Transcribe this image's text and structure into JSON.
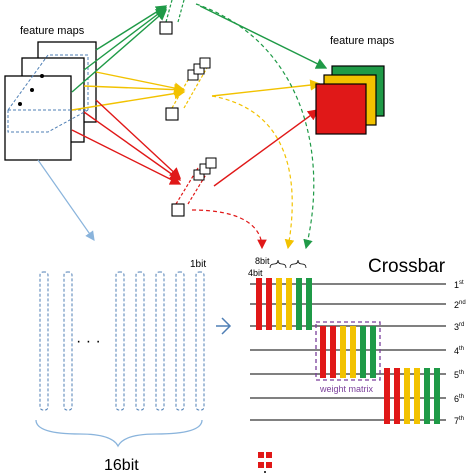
{
  "labels": {
    "feature_maps_left": "feature maps",
    "feature_maps_right": "feature maps",
    "crossbar_title": "Crossbar",
    "bit_1": "1bit",
    "bit_8": "8bit",
    "bit_4": "4bit",
    "bit_16": "16bit",
    "weight_matrix": "weight matrix",
    "ellipsis_left": "· · ·"
  },
  "row_labels": [
    {
      "num": "1",
      "sup": "st"
    },
    {
      "num": "2",
      "sup": "nd"
    },
    {
      "num": "3",
      "sup": "rd"
    },
    {
      "num": "4",
      "sup": "th"
    },
    {
      "num": "5",
      "sup": "th"
    },
    {
      "num": "6",
      "sup": "th"
    },
    {
      "num": "7",
      "sup": "th"
    }
  ],
  "colors": {
    "green": "#1f9a47",
    "yellow": "#f2c200",
    "red": "#e01818",
    "blue_dash": "#4f7fb5",
    "light_blue_arrow": "#8ab4dc",
    "purple_dash": "#7a3f9a",
    "black": "#000000"
  },
  "bar_color_order": [
    "red",
    "red",
    "yellow",
    "yellow",
    "green",
    "green"
  ]
}
